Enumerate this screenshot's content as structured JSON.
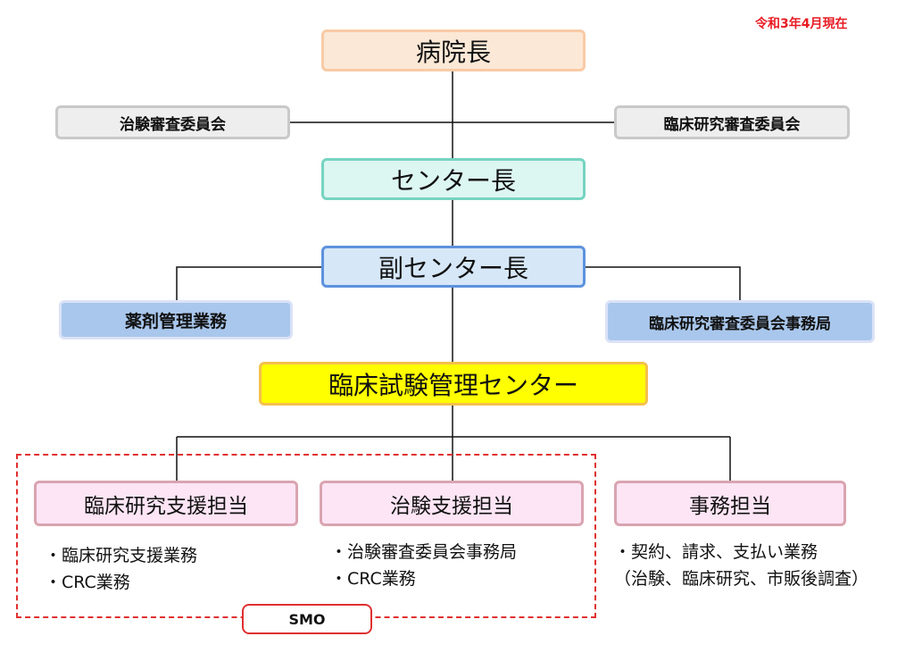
{
  "date_note": "令和3年4月現在",
  "nodes": {
    "director": "病院長",
    "irb": "治験審査委員会",
    "clinical_research_committee": "臨床研究審査委員会",
    "center_head": "センター長",
    "vice_center_head": "副センター長",
    "pharma_management": "薬剤管理業務",
    "clinical_research_committee_office": "臨床研究審査委員会事務局",
    "trial_management_center": "臨床試験管理センター",
    "clinical_research_support": "臨床研究支援担当",
    "trial_support": "治験支援担当",
    "admin": "事務担当",
    "smo": "SMO"
  },
  "duties": {
    "clinical_research_support": [
      "・臨床研究支援業務",
      "・CRC業務"
    ],
    "trial_support": [
      "・治験審査委員会事務局",
      "・CRC業務"
    ],
    "admin": [
      "・契約、請求、支払い業務",
      "（治験、臨床研究、市販後調査）"
    ]
  }
}
